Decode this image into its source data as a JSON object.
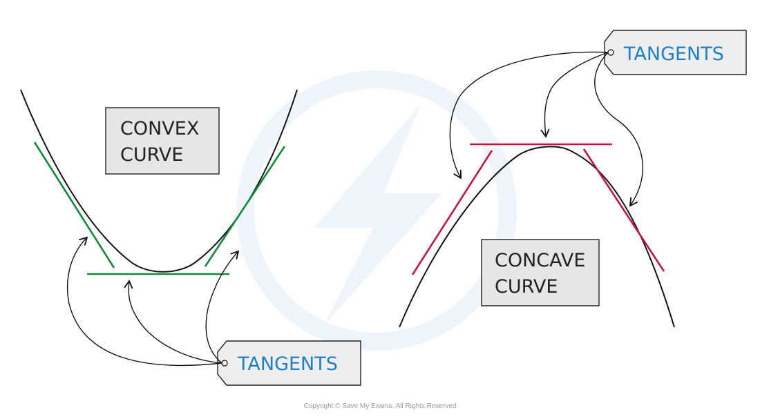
{
  "colors": {
    "curve": "#111111",
    "convex_tangent": "#0f8a3a",
    "concave_tangent": "#c8143c",
    "tag_text": "#1f7fc4",
    "label_fill": "#e6e6e6",
    "tag_fill": "#eeeeee",
    "watermark": "#eef4fa"
  },
  "labels": {
    "convex_line1": "CONVEX",
    "convex_line2": "CURVE",
    "concave_line1": "CONCAVE",
    "concave_line2": "CURVE"
  },
  "tags": {
    "left": "TANGENTS",
    "right": "TANGENTS"
  },
  "footer": {
    "copyright": "Copyright © Save My Exams. All Rights Reserved"
  }
}
